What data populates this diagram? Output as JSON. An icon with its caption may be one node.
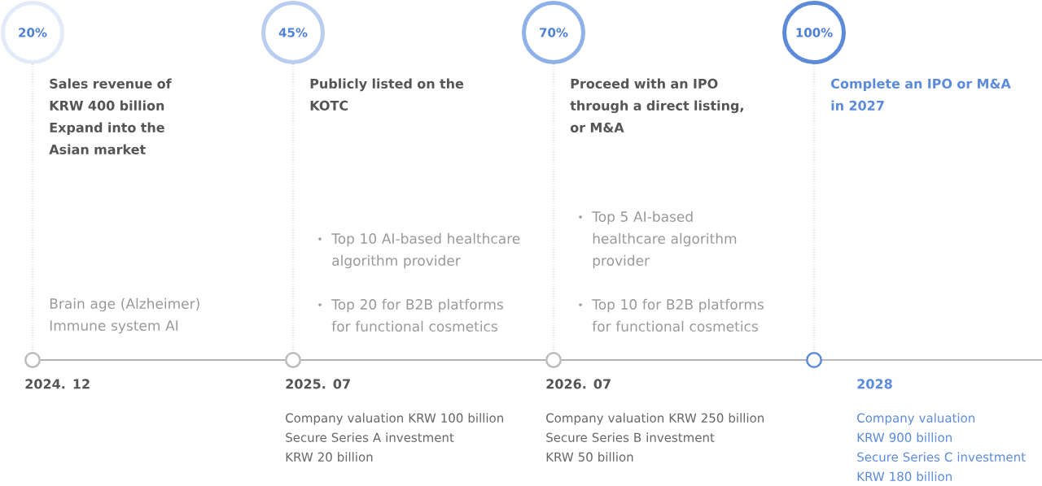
{
  "diagram": {
    "nodes": [
      {
        "text": [
          "20%"
        ],
        "beside": [
          "Sales revenue of KRW 400 billion",
          "Expand into the Asian market"
        ]
      },
      {
        "text": [
          "45%"
        ],
        "beside": [
          "Publicly listed on the KOTC"
        ]
      },
      {
        "text": [
          "70%"
        ],
        "beside": [
          "Proceed with an IPO through a direct listing, or M&A"
        ]
      },
      {
        "text": [
          "100%"
        ],
        "beside": [
          "Complete an IPO or M&A in 2027"
        ]
      },
      {
        "text": [],
        "shape": "circle",
        "beside": [
          "2024. 12"
        ]
      },
      {
        "text": [],
        "shape": "circle",
        "beside": [
          "2025. 07",
          "Company valuation KRW 100 billion",
          "Secure Series A investment KRW 20 billion"
        ]
      },
      {
        "text": [],
        "shape": "circle",
        "beside": [
          "2026. 07",
          "Company valuation KRW 250 billion",
          "Secure Series B investment KRW 50 billion"
        ]
      },
      {
        "text": [],
        "shape": "circle",
        "beside": [
          "2028",
          "Company valuation KRW 900 billion",
          "Secure Series C investment KRW 180 billion"
        ]
      }
    ],
    "edges": [
      {
        "from": 0,
        "to": 4,
        "arrow": "none",
        "style": "dashed",
        "color": "#bbbbbb"
      },
      {
        "from": 1,
        "to": 5,
        "arrow": "none",
        "style": "dashed",
        "color": "#bbbbbb"
      },
      {
        "from": 2,
        "to": 6,
        "arrow": "none",
        "style": "dashed",
        "color": "#bbbbbb"
      },
      {
        "from": 3,
        "to": 7,
        "arrow": "none",
        "style": "dashed",
        "color": "#bbbbbb"
      },
      {
        "from": 4,
        "to": 5,
        "arrow": "none"
      },
      {
        "from": 5,
        "to": 6,
        "arrow": "none"
      },
      {
        "from": 6,
        "to": 7,
        "arrow": "none"
      },
      {
        "from": 7,
        "to": null,
        "arrow": "none"
      }
    ],
    "labels": [
      "Brain age (Alzheimer)",
      "Immune system AI",
      "Top 10 AI-based healthcare algorithm provider",
      "Top 20 for B2B platforms for functional cosmetics",
      "Top 5 AI-based healthcare algorithm provider",
      "Top 10 for B2B platforms for functional cosmetics"
    ]
  }
}
